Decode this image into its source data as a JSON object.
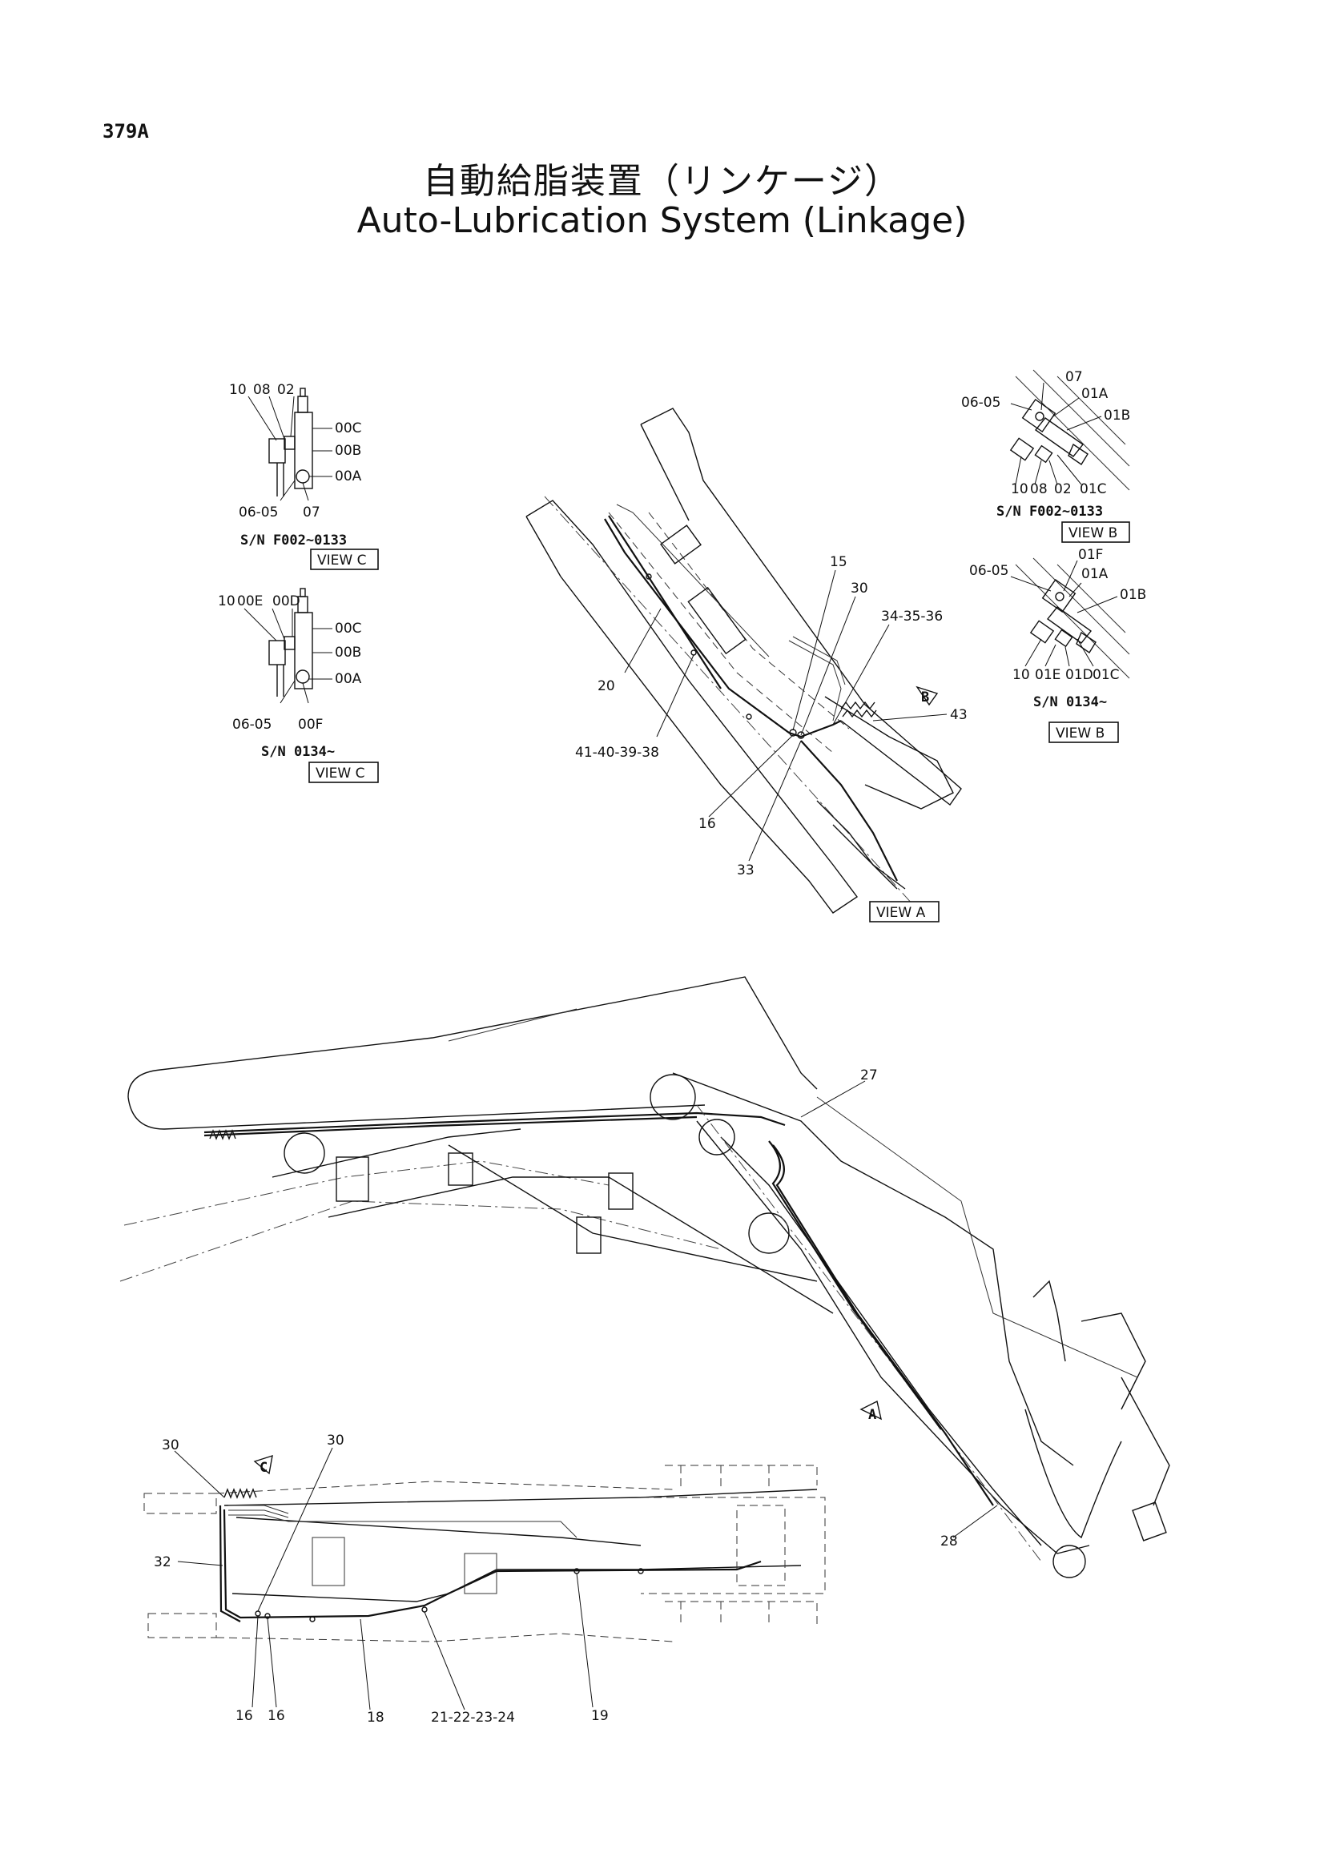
{
  "page_code": "379A",
  "title_jp": "自動給脂装置（リンケージ）",
  "title_en": "Auto-Lubrication System (Linkage)",
  "view_c_1": {
    "labels": [
      "10",
      "08",
      "02",
      "00C",
      "00B",
      "00A",
      "06-05",
      "07"
    ],
    "serial": "S/N  F002~0133",
    "view": "VIEW  C"
  },
  "view_c_2": {
    "labels": [
      "10",
      "00E",
      "00D",
      "00C",
      "00B",
      "00A",
      "06-05",
      "00F"
    ],
    "serial": "S/N  0134~",
    "view": "VIEW  C"
  },
  "view_b_1": {
    "labels": [
      "07",
      "06-05",
      "01A",
      "01B",
      "10",
      "08",
      "02",
      "01C"
    ],
    "serial": "S/N  F002~0133",
    "view": "VIEW  B"
  },
  "view_b_2": {
    "labels": [
      "01F",
      "06-05",
      "01A",
      "01B",
      "10",
      "01E",
      "01D",
      "01C"
    ],
    "serial": "S/N  0134~",
    "view": "VIEW  B"
  },
  "view_a": {
    "labels": [
      "15",
      "30",
      "34-35-36",
      "20",
      "43",
      "41-40-39-38",
      "16",
      "33"
    ],
    "marker": "B",
    "view": "VIEW  A"
  },
  "main_view": {
    "labels": [
      "27",
      "28",
      "30",
      "30",
      "32",
      "16",
      "16",
      "18",
      "21-22-23-24",
      "19"
    ],
    "marker_a": "A",
    "marker_c": "C"
  }
}
